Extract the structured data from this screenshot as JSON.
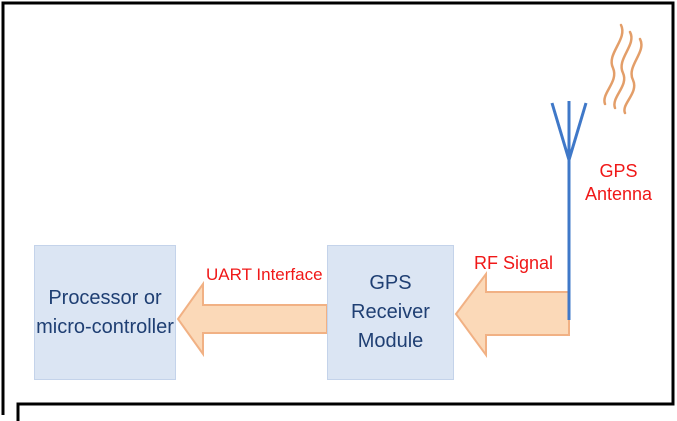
{
  "blocks": {
    "processor": {
      "line1": "Processor or",
      "line2": "micro-controller"
    },
    "receiver": {
      "line1": "GPS Receiver",
      "line2": "Module"
    }
  },
  "labels": {
    "uart": "UART Interface",
    "rf": "RF Signal",
    "antenna_line1": "GPS",
    "antenna_line2": "Antenna"
  },
  "colors": {
    "block_fill": "#dbe5f3",
    "block_text": "#1f3f73",
    "arrow_fill": "#fbd9b8",
    "arrow_stroke": "#f1b184",
    "label_red": "#f01818",
    "antenna_line": "#3f78c8",
    "wave": "#e39e69",
    "border": "#000000"
  },
  "icons": {
    "antenna": "antenna-icon",
    "signal": "signal-wave-icon"
  }
}
